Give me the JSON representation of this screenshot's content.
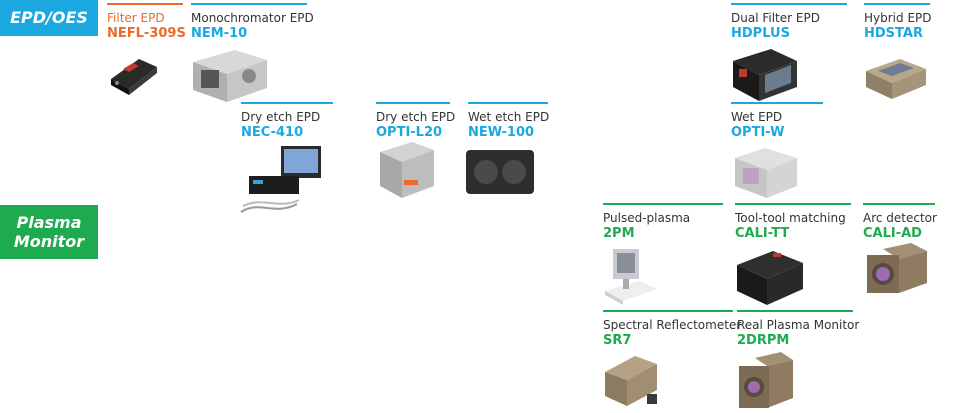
{
  "colors": {
    "blue": "#1ba7e0",
    "green": "#1eab4f",
    "orange": "#e86b2a"
  },
  "sections": [
    {
      "id": "epd",
      "label": "EPD/OES",
      "color": "#1ba7e0"
    },
    {
      "id": "pm",
      "label_lines": [
        "Plasma",
        "Monitor"
      ],
      "color": "#1eab4f"
    }
  ],
  "items": [
    {
      "id": "filter-epd",
      "caption": "Filter EPD",
      "code": "NEFL-309S",
      "color": "#e86b2a",
      "icon": "filter-epd-device-icon"
    },
    {
      "id": "monochromator-epd",
      "caption": "Monochromator EPD",
      "code": "NEM-10",
      "color": "#1ba7e0",
      "icon": "monochromator-device-icon"
    },
    {
      "id": "dual-filter-epd",
      "caption": "Dual Filter EPD",
      "code": "HDPLUS",
      "color": "#1ba7e0",
      "icon": "dual-filter-device-icon"
    },
    {
      "id": "hybrid-epd",
      "caption": "Hybrid EPD",
      "code": "HDSTAR",
      "color": "#1ba7e0",
      "icon": "hybrid-device-icon"
    },
    {
      "id": "dry-etch-epd-1",
      "caption": "Dry etch EPD",
      "code": "NEC-410",
      "color": "#1ba7e0",
      "icon": "dry-etch-workstation-icon"
    },
    {
      "id": "dry-etch-epd-2",
      "caption": "Dry etch EPD",
      "code": "OPTI-L20",
      "color": "#1ba7e0",
      "icon": "dry-etch-box-icon"
    },
    {
      "id": "wet-etch-epd",
      "caption": "Wet etch EPD",
      "code": "NEW-100",
      "color": "#1ba7e0",
      "icon": "wet-etch-device-icon"
    },
    {
      "id": "wet-epd",
      "caption": "Wet EPD",
      "code": "OPTI-W",
      "color": "#1ba7e0",
      "icon": "wet-epd-device-icon"
    },
    {
      "id": "pulsed-plasma",
      "caption": "Pulsed-plasma",
      "code": "2PM",
      "color": "#1eab4f",
      "icon": "pulsed-plasma-device-icon"
    },
    {
      "id": "tool-tool-matching",
      "caption": "Tool-tool matching",
      "code": "CALI-TT",
      "color": "#1eab4f",
      "icon": "tool-matching-device-icon"
    },
    {
      "id": "arc-detector",
      "caption": "Arc detector",
      "code": "CALI-AD",
      "color": "#1eab4f",
      "icon": "arc-detector-device-icon"
    },
    {
      "id": "spectral-reflectometer",
      "caption": "Spectral Reflectometer",
      "code": "SR7",
      "color": "#1eab4f",
      "icon": "reflectometer-device-icon"
    },
    {
      "id": "real-plasma-monitor",
      "caption": "Real Plasma Monitor",
      "code": "2DRPM",
      "color": "#1eab4f",
      "icon": "plasma-monitor-device-icon"
    }
  ]
}
